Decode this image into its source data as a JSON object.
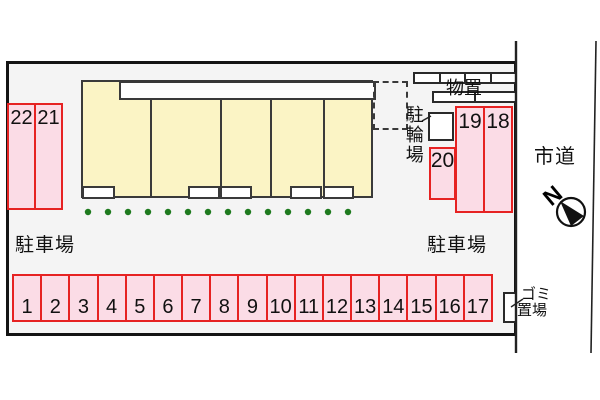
{
  "labels": {
    "parking_left": "駐車場",
    "parking_right": "駐車場",
    "road": "市道",
    "storage": "物置",
    "bicycle": "駐輪場",
    "garbage_line1": "ゴミ",
    "garbage_line2": "置場",
    "compass_north": "N"
  },
  "stalls": {
    "bottom": [
      "1",
      "2",
      "3",
      "4",
      "5",
      "6",
      "7",
      "8",
      "9",
      "10",
      "11",
      "12",
      "13",
      "14",
      "15",
      "16",
      "17"
    ],
    "left_pair": [
      "22",
      "21"
    ],
    "right_pair": [
      "19",
      "18"
    ],
    "right_single": "20"
  },
  "shrubs": {
    "count": 14
  },
  "colors": {
    "site_fill": "#F4F4F4",
    "building_fill": "#FBF4C5",
    "building_outline": "#3A3A3A",
    "stall_fill": "#FBDCE6",
    "stall_border": "#E62222",
    "boundary": "#141414",
    "shrub_green": "#1E7A1E"
  }
}
